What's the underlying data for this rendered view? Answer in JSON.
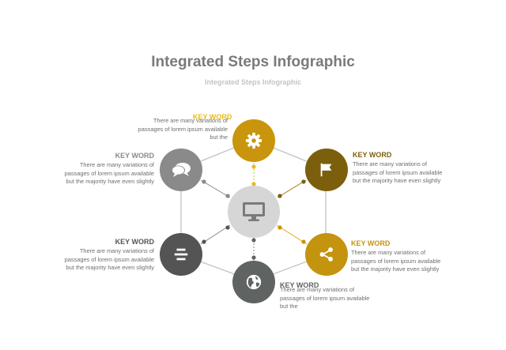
{
  "title": "Integrated Steps Infographic",
  "subtitle": "Integrated Steps Infographic",
  "colors": {
    "gold": "#c9950d",
    "olive": "#7b5f0c",
    "amber": "#c4940f",
    "gray": "#8a8a8a",
    "dark": "#545454",
    "slate": "#5f6362",
    "center": "#d6d6d6"
  },
  "center": {
    "icon": "monitor-icon"
  },
  "steps": [
    {
      "icon": "gear-icon",
      "keyword": "KEY WORD",
      "lines": [
        "There are many variations of",
        "passages of lorem ipsum available",
        "but the"
      ]
    },
    {
      "icon": "flag-icon",
      "keyword": "KEY WORD",
      "lines": [
        "There are many variations of",
        "passages of lorem ipsum available",
        "but the majority have even slightly"
      ]
    },
    {
      "icon": "share-icon",
      "keyword": "KEY WORD",
      "lines": [
        "There are many variations of",
        "passages of lorem ipsum available",
        "but the majority have even slightly"
      ]
    },
    {
      "icon": "globe-icon",
      "keyword": "KEY WORD",
      "lines": [
        "There are many variations of",
        "passages of lorem ipsum available",
        "but the"
      ]
    },
    {
      "icon": "bars-icon",
      "keyword": "KEY WORD",
      "lines": [
        "There are many variations of",
        "passages of lorem ipsum available",
        "but the majority have even slightly"
      ]
    },
    {
      "icon": "chat-icon",
      "keyword": "KEY WORD",
      "lines": [
        "There are many variations of",
        "passages of lorem ipsum available",
        "but the majority have even slightly"
      ]
    }
  ]
}
